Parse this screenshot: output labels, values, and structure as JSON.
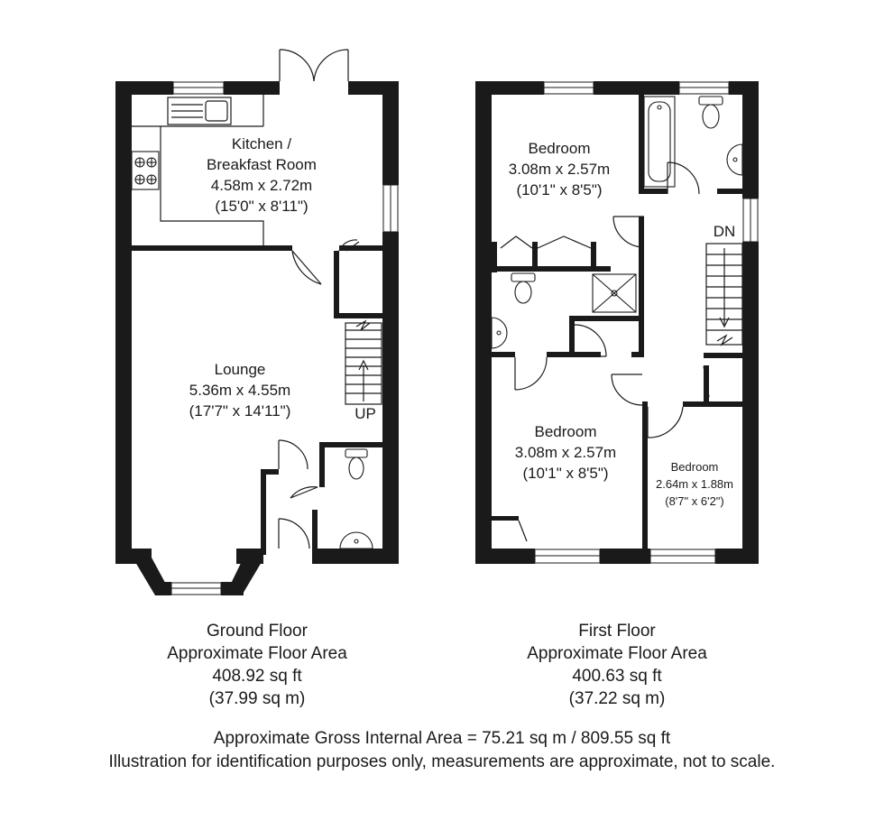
{
  "ground_floor": {
    "rooms": {
      "kitchen": {
        "name_line1": "Kitchen /",
        "name_line2": "Breakfast Room",
        "metric": "4.58m x 2.72m",
        "imperial": "(15'0\" x 8'11\")"
      },
      "lounge": {
        "name": "Lounge",
        "metric": "5.36m x 4.55m",
        "imperial": "(17'7\" x 14'11\")"
      }
    },
    "stair_label": "UP",
    "caption": {
      "floor_name": "Ground Floor",
      "area_label": "Approximate Floor Area",
      "area_sqft": "408.92 sq ft",
      "area_sqm": "(37.99 sq m)"
    }
  },
  "first_floor": {
    "rooms": {
      "bedroom_1": {
        "name": "Bedroom",
        "metric": "3.08m x 2.57m",
        "imperial": "(10'1\" x 8'5\")"
      },
      "bedroom_2": {
        "name": "Bedroom",
        "metric": "3.08m x 2.57m",
        "imperial": "(10'1\" x 8'5\")"
      },
      "bedroom_3": {
        "name": "Bedroom",
        "metric": "2.64m x 1.88m",
        "imperial": "(8'7\" x 6'2\")"
      }
    },
    "stair_label": "DN",
    "caption": {
      "floor_name": "First Floor",
      "area_label": "Approximate Floor Area",
      "area_sqft": "400.63 sq ft",
      "area_sqm": "(37.22 sq m)"
    }
  },
  "footer": {
    "gross_area": "Approximate Gross Internal Area = 75.21 sq m / 809.55 sq ft",
    "disclaimer": "Illustration for identification purposes only, measurements are approximate, not to scale."
  },
  "colors": {
    "wall": "#1a1a1a",
    "fixture_line": "#333333",
    "background": "#ffffff"
  }
}
